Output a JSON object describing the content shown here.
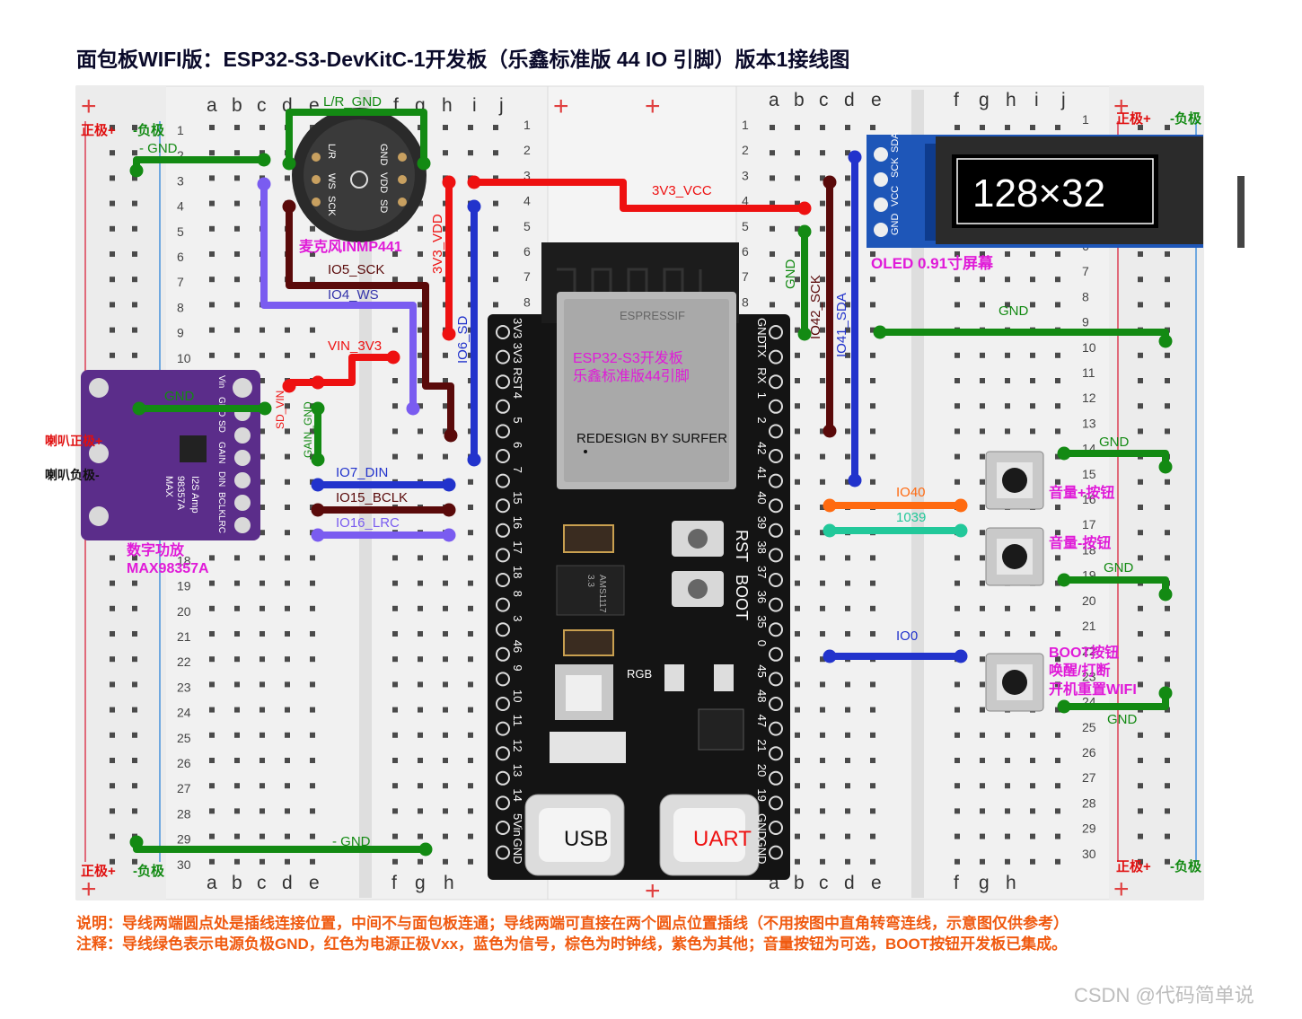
{
  "title": "面包板WIFI版：ESP32-S3-DevKitC-1开发板（乐鑫标准版 44 IO 引脚）版本1接线图",
  "breadboard": {
    "left_cols": [
      "a",
      "b",
      "c",
      "d",
      "e"
    ],
    "right_cols": [
      "f",
      "g",
      "h",
      "i",
      "j"
    ],
    "rail_plus": "+",
    "rail_minus": "-",
    "left_rail_top_label": "正极+",
    "left_rail_top_label2": "-负极",
    "right_rail_top_label": "正极+",
    "right_rail_top_label2": "-负极",
    "left_rail_bottom_label": "正极+",
    "left_rail_bottom_label2": "-负极",
    "right_rail_bottom_label": "正极+",
    "right_rail_bottom_label2": "-负极",
    "row_numbers": [
      "1",
      "2",
      "3",
      "4",
      "5",
      "6",
      "7",
      "8",
      "9",
      "10",
      "11",
      "12",
      "13",
      "14",
      "15",
      "16",
      "17",
      "18",
      "19",
      "20",
      "21",
      "22",
      "23",
      "24",
      "25",
      "26",
      "27",
      "28",
      "29",
      "30"
    ]
  },
  "mic": {
    "name": "麦克风INMP441",
    "pins_left": [
      "L/R",
      "WS",
      "SCK"
    ],
    "pins_right": [
      "GND",
      "VDD",
      "SD"
    ]
  },
  "amp": {
    "name1": "数字功放",
    "name2": "MAX98357A",
    "pins": [
      "Vin",
      "GND",
      "SD",
      "GAIN",
      "DIN",
      "BCLK",
      "LRC"
    ],
    "chip_text": [
      "MAX",
      "98357A",
      "I2S Amp"
    ],
    "speaker_plus": "喇叭正极+",
    "speaker_minus": "喇叭负极-"
  },
  "board": {
    "name1": "ESP32-S3开发板",
    "name2": "乐鑫标准版44引脚",
    "credit": "REDESIGN BY SURFER",
    "module_text": "ESPRESSIF",
    "usb": "USB",
    "uart": "UART",
    "left_pins": [
      "3V3",
      "3V3",
      "RST",
      "4",
      "5",
      "6",
      "7",
      "15",
      "16",
      "17",
      "18",
      "8",
      "3",
      "46",
      "9",
      "10",
      "11",
      "12",
      "13",
      "14",
      "5Vin",
      "GND"
    ],
    "right_pins": [
      "GND",
      "TX",
      "RX",
      "1",
      "2",
      "42",
      "41",
      "40",
      "39",
      "38",
      "37",
      "36",
      "35",
      "0",
      "45",
      "48",
      "47",
      "21",
      "20",
      "19",
      "GND",
      "GND"
    ],
    "rst_label": "RST",
    "boot_label": "BOOT",
    "rgb_label": "RGB",
    "reg_text": [
      "AMS1117",
      "3.3"
    ]
  },
  "oled": {
    "label": "OLED 0.91寸屏幕",
    "display": "128×32",
    "pins": [
      "SDA",
      "SCK",
      "VCC",
      "GND"
    ]
  },
  "wire_labels": {
    "lr_gnd": "L/R_GND",
    "gnd_mic": "- GND",
    "vdd": "3V3_VDD",
    "io5": "IO5_SCK",
    "io4": "IO4_WS",
    "io6": "IO6_SD",
    "vcc": "3V3_VCC",
    "vin": "VIN_3V3",
    "sd_vin": "SD_VIN",
    "gain": "GAIN_GND",
    "amp_gnd": "GND",
    "io7": "IO7_DIN",
    "io15": "IO15_BCLK",
    "io16": "IO16_LRC",
    "bottom_gnd": "- GND",
    "oled_gnd": "GND",
    "io42": "IO42_SCK",
    "io41": "IO41_SDA",
    "right_gnd": "GND",
    "io40": "IO40",
    "io39": "1039",
    "io0": "IO0",
    "btn_gnd1": "GND",
    "btn_gnd2": "GND",
    "btn_gnd3": "GND"
  },
  "buttons": {
    "vol_up": "音量+按钮",
    "vol_down": "音量-按钮",
    "boot1": "BOOT按钮",
    "boot2": "唤醒/打断",
    "boot3": "开机重置WIFI"
  },
  "notes": {
    "line1": "说明：导线两端圆点处是插线连接位置，中间不与面包板连通；导线两端可直接在两个圆点位置插线（不用按图中直角转弯连线，示意图仅供参考）",
    "line2": "注释：导线绿色表示电源负极GND，红色为电源正极Vxx，蓝色为信号，棕色为时钟线，紫色为其他；音量按钮为可选，BOOT按钮开发板已集成。"
  },
  "watermark": "CSDN @代码简单说",
  "colors": {
    "gnd": "#138a13",
    "power": "#ee1111",
    "signal": "#2233cc",
    "clock": "#5a0a0a",
    "other": "#7a5cf0",
    "orange": "#ff6a10",
    "teal": "#22c89a",
    "magenta": "#e01ad8",
    "note": "#f05a10",
    "board": "#141414"
  }
}
